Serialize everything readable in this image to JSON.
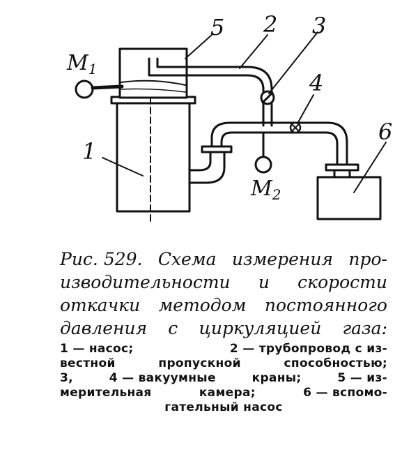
{
  "diagram": {
    "labels": {
      "l1": "1",
      "l2": "2",
      "l3": "3",
      "l4": "4",
      "l5": "5",
      "l6": "6",
      "m1": "M",
      "m1_sub": "1",
      "m2": "M",
      "m2_sub": "2"
    }
  },
  "caption": {
    "title_lines": [
      [
        "Рис. 529.",
        "Схема",
        "измерения",
        "про-"
      ],
      [
        "изводительности",
        "и",
        "скорости"
      ],
      [
        "откачки",
        "методом",
        "постоянного"
      ],
      [
        "давления",
        "с",
        "циркуляцией",
        "газа:"
      ]
    ],
    "legend_lines": [
      [
        "1 — насос;",
        "2 — трубопровод с из-"
      ],
      [
        "вестной",
        "пропускной",
        "способностью;"
      ],
      [
        "3,",
        "4 — вакуумные",
        "краны;",
        "5 — из-"
      ],
      [
        "мерительная",
        "камера;",
        "6 — вспомо-"
      ],
      [
        "гательный насос"
      ]
    ]
  }
}
